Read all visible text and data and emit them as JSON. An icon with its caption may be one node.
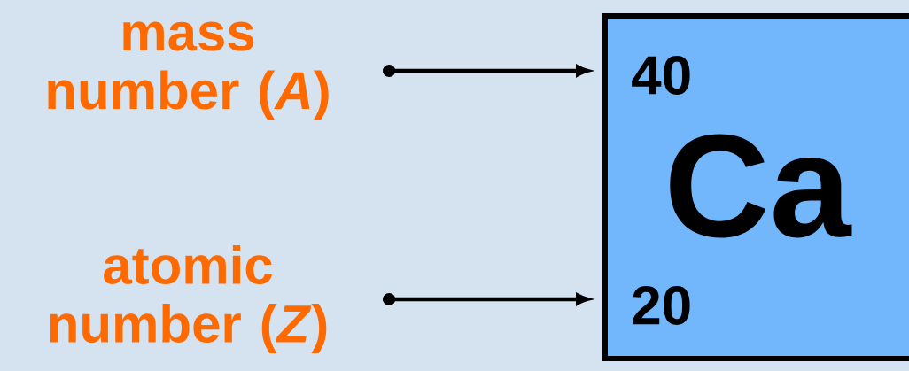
{
  "diagram": {
    "nodes": [
      {
        "text": [
          "mass number (*A*)"
        ]
      },
      {
        "text": [
          "atomic number (*Z*)"
        ]
      },
      {
        "text": [
          "40",
          "Ca",
          "20"
        ]
      }
    ],
    "edges": [
      {
        "from": 0,
        "to": 2,
        "arrow": "to"
      },
      {
        "from": 1,
        "to": 2,
        "arrow": "to"
      }
    ]
  }
}
